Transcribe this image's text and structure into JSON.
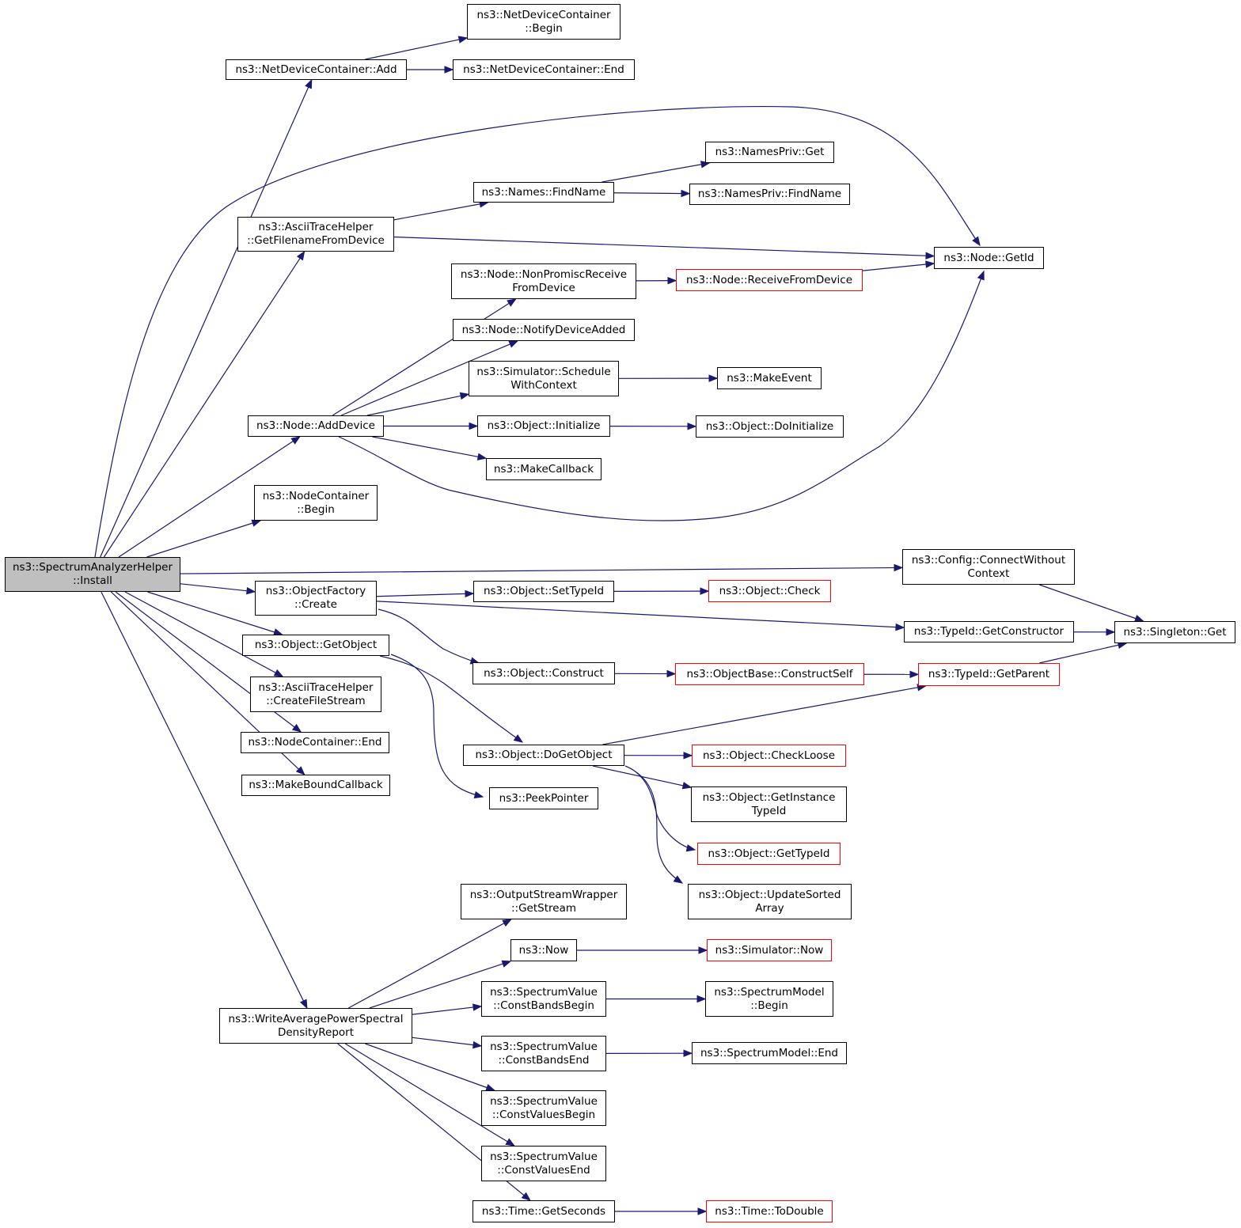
{
  "colors": {
    "edge": "#191970",
    "root_fill": "#bfbfbf",
    "border": "#000000",
    "red_border": "#ff0000"
  },
  "nodes": [
    {
      "id": "root",
      "label": [
        "ns3::SpectrumAnalyzerHelper",
        "::Install"
      ],
      "style": "root"
    },
    {
      "id": "ndcadd",
      "label": [
        "ns3::NetDeviceContainer::Add"
      ],
      "style": "normal"
    },
    {
      "id": "ndcbegin",
      "label": [
        "ns3::NetDeviceContainer",
        "::Begin"
      ],
      "style": "normal"
    },
    {
      "id": "ndcend",
      "label": [
        "ns3::NetDeviceContainer::End"
      ],
      "style": "normal"
    },
    {
      "id": "atfile",
      "label": [
        "ns3::AsciiTraceHelper",
        "::GetFilenameFromDevice"
      ],
      "style": "normal"
    },
    {
      "id": "findname",
      "label": [
        "ns3::Names::FindName"
      ],
      "style": "normal"
    },
    {
      "id": "npget",
      "label": [
        "ns3::NamesPriv::Get"
      ],
      "style": "normal"
    },
    {
      "id": "npfind",
      "label": [
        "ns3::NamesPriv::FindName"
      ],
      "style": "normal"
    },
    {
      "id": "getid",
      "label": [
        "ns3::Node::GetId"
      ],
      "style": "normal"
    },
    {
      "id": "nonprom",
      "label": [
        "ns3::Node::NonPromiscReceive",
        "FromDevice"
      ],
      "style": "normal"
    },
    {
      "id": "recvfrom",
      "label": [
        "ns3::Node::ReceiveFromDevice"
      ],
      "style": "red"
    },
    {
      "id": "notify",
      "label": [
        "ns3::Node::NotifyDeviceAdded"
      ],
      "style": "normal"
    },
    {
      "id": "schedctx",
      "label": [
        "ns3::Simulator::Schedule",
        "WithContext"
      ],
      "style": "normal"
    },
    {
      "id": "makeevent",
      "label": [
        "ns3::MakeEvent"
      ],
      "style": "normal"
    },
    {
      "id": "adddevice",
      "label": [
        "ns3::Node::AddDevice"
      ],
      "style": "normal"
    },
    {
      "id": "objinit",
      "label": [
        "ns3::Object::Initialize"
      ],
      "style": "normal"
    },
    {
      "id": "objdoinit",
      "label": [
        "ns3::Object::DoInitialize"
      ],
      "style": "normal"
    },
    {
      "id": "makecb",
      "label": [
        "ns3::MakeCallback"
      ],
      "style": "normal"
    },
    {
      "id": "ncbegin",
      "label": [
        "ns3::NodeContainer",
        "::Begin"
      ],
      "style": "normal"
    },
    {
      "id": "cfgconn",
      "label": [
        "ns3::Config::ConnectWithout",
        "Context"
      ],
      "style": "normal"
    },
    {
      "id": "ofcreate",
      "label": [
        "ns3::ObjectFactory",
        "::Create"
      ],
      "style": "normal"
    },
    {
      "id": "settypeid",
      "label": [
        "ns3::Object::SetTypeId"
      ],
      "style": "normal"
    },
    {
      "id": "objcheck",
      "label": [
        "ns3::Object::Check"
      ],
      "style": "red"
    },
    {
      "id": "getctor",
      "label": [
        "ns3::TypeId::GetConstructor"
      ],
      "style": "normal"
    },
    {
      "id": "singget",
      "label": [
        "ns3::Singleton::Get"
      ],
      "style": "normal"
    },
    {
      "id": "getobject",
      "label": [
        "ns3::Object::GetObject"
      ],
      "style": "normal"
    },
    {
      "id": "construct",
      "label": [
        "ns3::Object::Construct"
      ],
      "style": "normal"
    },
    {
      "id": "constself",
      "label": [
        "ns3::ObjectBase::ConstructSelf"
      ],
      "style": "red"
    },
    {
      "id": "getparent",
      "label": [
        "ns3::TypeId::GetParent"
      ],
      "style": "red"
    },
    {
      "id": "atcreate",
      "label": [
        "ns3::AsciiTraceHelper",
        "::CreateFileStream"
      ],
      "style": "normal"
    },
    {
      "id": "ncend",
      "label": [
        "ns3::NodeContainer::End"
      ],
      "style": "normal"
    },
    {
      "id": "dogetobj",
      "label": [
        "ns3::Object::DoGetObject"
      ],
      "style": "normal"
    },
    {
      "id": "checkloose",
      "label": [
        "ns3::Object::CheckLoose"
      ],
      "style": "red"
    },
    {
      "id": "makebound",
      "label": [
        "ns3::MakeBoundCallback"
      ],
      "style": "normal"
    },
    {
      "id": "peekptr",
      "label": [
        "ns3::PeekPointer"
      ],
      "style": "normal"
    },
    {
      "id": "getinst",
      "label": [
        "ns3::Object::GetInstance",
        "TypeId"
      ],
      "style": "normal"
    },
    {
      "id": "gettypeid",
      "label": [
        "ns3::Object::GetTypeId"
      ],
      "style": "red"
    },
    {
      "id": "updsorted",
      "label": [
        "ns3::Object::UpdateSorted",
        "Array"
      ],
      "style": "normal"
    },
    {
      "id": "oswget",
      "label": [
        "ns3::OutputStreamWrapper",
        "::GetStream"
      ],
      "style": "normal"
    },
    {
      "id": "now",
      "label": [
        "ns3::Now"
      ],
      "style": "normal"
    },
    {
      "id": "simnow",
      "label": [
        "ns3::Simulator::Now"
      ],
      "style": "red"
    },
    {
      "id": "writeavg",
      "label": [
        "ns3::WriteAveragePowerSpectral",
        "DensityReport"
      ],
      "style": "normal"
    },
    {
      "id": "cbbegin",
      "label": [
        "ns3::SpectrumValue",
        "::ConstBandsBegin"
      ],
      "style": "normal"
    },
    {
      "id": "smbegin",
      "label": [
        "ns3::SpectrumModel",
        "::Begin"
      ],
      "style": "normal"
    },
    {
      "id": "cbend",
      "label": [
        "ns3::SpectrumValue",
        "::ConstBandsEnd"
      ],
      "style": "normal"
    },
    {
      "id": "smend",
      "label": [
        "ns3::SpectrumModel::End"
      ],
      "style": "normal"
    },
    {
      "id": "cvbegin",
      "label": [
        "ns3::SpectrumValue",
        "::ConstValuesBegin"
      ],
      "style": "normal"
    },
    {
      "id": "cvend",
      "label": [
        "ns3::SpectrumValue",
        "::ConstValuesEnd"
      ],
      "style": "normal"
    },
    {
      "id": "getsec",
      "label": [
        "ns3::Time::GetSeconds"
      ],
      "style": "normal"
    },
    {
      "id": "todouble",
      "label": [
        "ns3::Time::ToDouble"
      ],
      "style": "red"
    }
  ],
  "edges": [
    [
      "root",
      "ndcadd"
    ],
    [
      "ndcadd",
      "ndcbegin"
    ],
    [
      "ndcadd",
      "ndcend"
    ],
    [
      "root",
      "getid"
    ],
    [
      "root",
      "atfile"
    ],
    [
      "atfile",
      "findname"
    ],
    [
      "findname",
      "npget"
    ],
    [
      "findname",
      "npfind"
    ],
    [
      "atfile",
      "getid"
    ],
    [
      "root",
      "adddevice"
    ],
    [
      "adddevice",
      "nonprom"
    ],
    [
      "nonprom",
      "recvfrom"
    ],
    [
      "recvfrom",
      "getid"
    ],
    [
      "adddevice",
      "notify"
    ],
    [
      "adddevice",
      "schedctx"
    ],
    [
      "schedctx",
      "makeevent"
    ],
    [
      "adddevice",
      "objinit"
    ],
    [
      "objinit",
      "objdoinit"
    ],
    [
      "adddevice",
      "makecb"
    ],
    [
      "adddevice",
      "getid"
    ],
    [
      "root",
      "ncbegin"
    ],
    [
      "root",
      "cfgconn"
    ],
    [
      "cfgconn",
      "singget"
    ],
    [
      "root",
      "ofcreate"
    ],
    [
      "ofcreate",
      "settypeid"
    ],
    [
      "settypeid",
      "objcheck"
    ],
    [
      "ofcreate",
      "getctor"
    ],
    [
      "getctor",
      "singget"
    ],
    [
      "ofcreate",
      "construct"
    ],
    [
      "construct",
      "constself"
    ],
    [
      "constself",
      "getparent"
    ],
    [
      "getparent",
      "singget"
    ],
    [
      "root",
      "getobject"
    ],
    [
      "getobject",
      "dogetobj"
    ],
    [
      "getobject",
      "peekptr"
    ],
    [
      "dogetobj",
      "getparent"
    ],
    [
      "dogetobj",
      "checkloose"
    ],
    [
      "dogetobj",
      "getinst"
    ],
    [
      "dogetobj",
      "gettypeid"
    ],
    [
      "dogetobj",
      "updsorted"
    ],
    [
      "root",
      "atcreate"
    ],
    [
      "root",
      "ncend"
    ],
    [
      "root",
      "makebound"
    ],
    [
      "root",
      "writeavg"
    ],
    [
      "writeavg",
      "oswget"
    ],
    [
      "writeavg",
      "now"
    ],
    [
      "now",
      "simnow"
    ],
    [
      "writeavg",
      "cbbegin"
    ],
    [
      "cbbegin",
      "smbegin"
    ],
    [
      "writeavg",
      "cbend"
    ],
    [
      "cbend",
      "smend"
    ],
    [
      "writeavg",
      "cvbegin"
    ],
    [
      "writeavg",
      "cvend"
    ],
    [
      "writeavg",
      "getsec"
    ],
    [
      "getsec",
      "todouble"
    ]
  ]
}
